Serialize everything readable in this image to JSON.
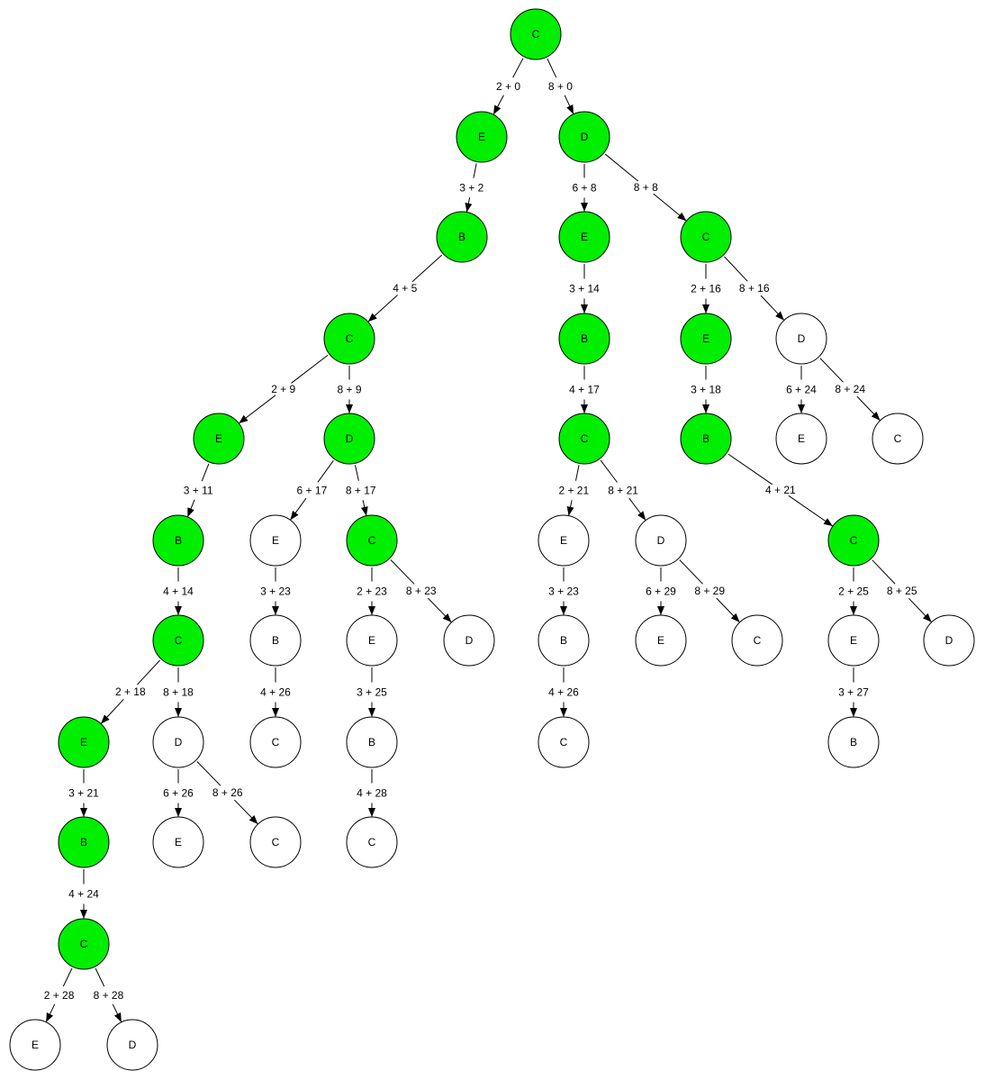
{
  "colors": {
    "highlight": "#00ee00",
    "default": "#ffffff",
    "stroke": "#000000"
  },
  "nodes": [
    {
      "id": "n1",
      "label": "C",
      "highlighted": true
    },
    {
      "id": "n2",
      "label": "E",
      "highlighted": true
    },
    {
      "id": "n3",
      "label": "D",
      "highlighted": true
    },
    {
      "id": "n4",
      "label": "B",
      "highlighted": true
    },
    {
      "id": "n5",
      "label": "E",
      "highlighted": true
    },
    {
      "id": "n6",
      "label": "C",
      "highlighted": true
    },
    {
      "id": "n7",
      "label": "C",
      "highlighted": true
    },
    {
      "id": "n8",
      "label": "B",
      "highlighted": true
    },
    {
      "id": "n9",
      "label": "E",
      "highlighted": true
    },
    {
      "id": "n10",
      "label": "D",
      "highlighted": false
    },
    {
      "id": "n11",
      "label": "E",
      "highlighted": true
    },
    {
      "id": "n12",
      "label": "D",
      "highlighted": true
    },
    {
      "id": "n13",
      "label": "C",
      "highlighted": true
    },
    {
      "id": "n14",
      "label": "B",
      "highlighted": true
    },
    {
      "id": "n15",
      "label": "E",
      "highlighted": false
    },
    {
      "id": "n16",
      "label": "C",
      "highlighted": false
    },
    {
      "id": "n17",
      "label": "B",
      "highlighted": true
    },
    {
      "id": "n18",
      "label": "E",
      "highlighted": false
    },
    {
      "id": "n19",
      "label": "C",
      "highlighted": true
    },
    {
      "id": "n20",
      "label": "E",
      "highlighted": false
    },
    {
      "id": "n21",
      "label": "D",
      "highlighted": false
    },
    {
      "id": "n22",
      "label": "C",
      "highlighted": true
    },
    {
      "id": "n23",
      "label": "C",
      "highlighted": true
    },
    {
      "id": "n24",
      "label": "B",
      "highlighted": false
    },
    {
      "id": "n25",
      "label": "E",
      "highlighted": false
    },
    {
      "id": "n26",
      "label": "D",
      "highlighted": false
    },
    {
      "id": "n27",
      "label": "E",
      "highlighted": false
    },
    {
      "id": "n28",
      "label": "C",
      "highlighted": false
    },
    {
      "id": "n29",
      "label": "E",
      "highlighted": false
    },
    {
      "id": "n30",
      "label": "D",
      "highlighted": false
    },
    {
      "id": "n31",
      "label": "E",
      "highlighted": true
    },
    {
      "id": "n32",
      "label": "D",
      "highlighted": false
    },
    {
      "id": "n33",
      "label": "C",
      "highlighted": false
    },
    {
      "id": "n34",
      "label": "B",
      "highlighted": false
    },
    {
      "id": "n35",
      "label": "B",
      "highlighted": false
    },
    {
      "id": "n36",
      "label": "C",
      "highlighted": false
    },
    {
      "id": "n37",
      "label": "B",
      "highlighted": false
    },
    {
      "id": "n38",
      "label": "B",
      "highlighted": true
    },
    {
      "id": "n39",
      "label": "E",
      "highlighted": false
    },
    {
      "id": "n40",
      "label": "C",
      "highlighted": false
    },
    {
      "id": "n41",
      "label": "C",
      "highlighted": false
    },
    {
      "id": "n42",
      "label": "C",
      "highlighted": true
    },
    {
      "id": "n43",
      "label": "E",
      "highlighted": false
    },
    {
      "id": "n44",
      "label": "D",
      "highlighted": false
    }
  ],
  "edges": [
    {
      "from": "n1",
      "to": "n2",
      "label": "2 + 0"
    },
    {
      "from": "n1",
      "to": "n3",
      "label": "8 + 0"
    },
    {
      "from": "n2",
      "to": "n4",
      "label": "3 + 2"
    },
    {
      "from": "n3",
      "to": "n5",
      "label": "6 + 8"
    },
    {
      "from": "n3",
      "to": "n6",
      "label": "8 + 8"
    },
    {
      "from": "n4",
      "to": "n7",
      "label": "4 + 5"
    },
    {
      "from": "n5",
      "to": "n8",
      "label": "3 + 14"
    },
    {
      "from": "n6",
      "to": "n9",
      "label": "2 + 16"
    },
    {
      "from": "n6",
      "to": "n10",
      "label": "8 + 16"
    },
    {
      "from": "n7",
      "to": "n11",
      "label": "2 + 9"
    },
    {
      "from": "n7",
      "to": "n12",
      "label": "8 + 9"
    },
    {
      "from": "n8",
      "to": "n13",
      "label": "4 + 17"
    },
    {
      "from": "n9",
      "to": "n14",
      "label": "3 + 18"
    },
    {
      "from": "n10",
      "to": "n15",
      "label": "6 + 24"
    },
    {
      "from": "n10",
      "to": "n16",
      "label": "8 + 24"
    },
    {
      "from": "n11",
      "to": "n17",
      "label": "3 + 11"
    },
    {
      "from": "n12",
      "to": "n18",
      "label": "6 + 17"
    },
    {
      "from": "n12",
      "to": "n19",
      "label": "8 + 17"
    },
    {
      "from": "n13",
      "to": "n20",
      "label": "2 + 21"
    },
    {
      "from": "n13",
      "to": "n21",
      "label": "8 + 21"
    },
    {
      "from": "n14",
      "to": "n22",
      "label": "4 + 21"
    },
    {
      "from": "n17",
      "to": "n23",
      "label": "4 + 14"
    },
    {
      "from": "n18",
      "to": "n24",
      "label": "3 + 23"
    },
    {
      "from": "n19",
      "to": "n25",
      "label": "2 + 23"
    },
    {
      "from": "n19",
      "to": "n26",
      "label": "8 + 23"
    },
    {
      "from": "n20",
      "to": "n37",
      "label": "3 + 23"
    },
    {
      "from": "n21",
      "to": "n27",
      "label": "6 + 29"
    },
    {
      "from": "n21",
      "to": "n28",
      "label": "8 + 29"
    },
    {
      "from": "n22",
      "to": "n29",
      "label": "2 + 25"
    },
    {
      "from": "n22",
      "to": "n30",
      "label": "8 + 25"
    },
    {
      "from": "n23",
      "to": "n31",
      "label": "2 + 18"
    },
    {
      "from": "n23",
      "to": "n32",
      "label": "8 + 18"
    },
    {
      "from": "n24",
      "to": "n33",
      "label": "4 + 26"
    },
    {
      "from": "n25",
      "to": "n34",
      "label": "3 + 25"
    },
    {
      "from": "n37",
      "to": "n36",
      "label": "4 + 26"
    },
    {
      "from": "n29",
      "to": "n35",
      "label": "3 + 27"
    },
    {
      "from": "n31",
      "to": "n38",
      "label": "3 + 21"
    },
    {
      "from": "n32",
      "to": "n39",
      "label": "6 + 26"
    },
    {
      "from": "n32",
      "to": "n40",
      "label": "8 + 26"
    },
    {
      "from": "n34",
      "to": "n41",
      "label": "4 + 28"
    },
    {
      "from": "n38",
      "to": "n42",
      "label": "4 + 24"
    },
    {
      "from": "n42",
      "to": "n43",
      "label": "2 + 28"
    },
    {
      "from": "n42",
      "to": "n44",
      "label": "8 + 28"
    }
  ]
}
